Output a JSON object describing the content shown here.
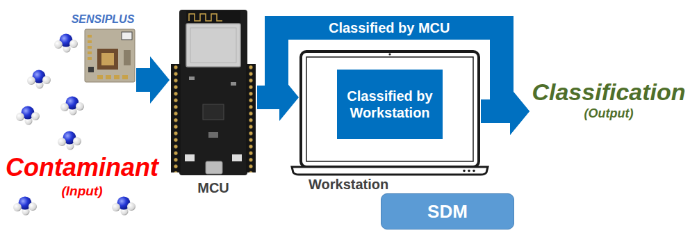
{
  "diagram": {
    "nodes": [
      {
        "text": [
          "SENSIPLUS"
        ]
      },
      {
        "text": [
          "SDM"
        ]
      },
      {
        "text": [
          "MCU"
        ],
        "in": 1
      },
      {
        "text": [
          "Workstation"
        ],
        "in": 1
      },
      {
        "text": [
          "Classified by Workstation"
        ],
        "in": 3
      },
      {
        "text": [
          "Classification",
          "(Output)"
        ]
      }
    ],
    "edges": [
      {
        "from": 0,
        "to": 2,
        "arrow": "to"
      },
      {
        "from": 2,
        "to": 3,
        "arrow": "to"
      },
      {
        "from": 2,
        "to": 5,
        "label": "Classified by MCU",
        "arrow": "to"
      },
      {
        "from": 3,
        "to": 5,
        "arrow": "to"
      }
    ],
    "labels": [
      "Contaminant",
      "(Input)"
    ]
  }
}
